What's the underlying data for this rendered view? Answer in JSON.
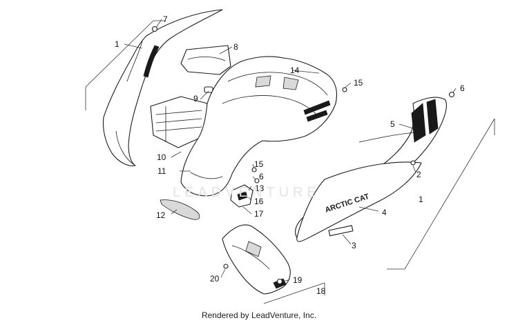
{
  "diagram": {
    "callouts": [
      {
        "id": "c1a",
        "label": "1"
      },
      {
        "id": "c1b",
        "label": "1"
      },
      {
        "id": "c2",
        "label": "2"
      },
      {
        "id": "c3",
        "label": "3"
      },
      {
        "id": "c4",
        "label": "4"
      },
      {
        "id": "c5",
        "label": "5"
      },
      {
        "id": "c6a",
        "label": "6"
      },
      {
        "id": "c6b",
        "label": "6"
      },
      {
        "id": "c7",
        "label": "7"
      },
      {
        "id": "c8",
        "label": "8"
      },
      {
        "id": "c9",
        "label": "9"
      },
      {
        "id": "c10",
        "label": "10"
      },
      {
        "id": "c11",
        "label": "11"
      },
      {
        "id": "c12",
        "label": "12"
      },
      {
        "id": "c13",
        "label": "13"
      },
      {
        "id": "c14",
        "label": "14"
      },
      {
        "id": "c15a",
        "label": "15"
      },
      {
        "id": "c15b",
        "label": "15"
      },
      {
        "id": "c16",
        "label": "16"
      },
      {
        "id": "c17",
        "label": "17"
      },
      {
        "id": "c18",
        "label": "18"
      },
      {
        "id": "c19",
        "label": "19"
      },
      {
        "id": "c20",
        "label": "20"
      }
    ],
    "decal_brand_text": "ARCTIC CAT",
    "watermark_text": "LEADVENTURE",
    "footer_text": "Rendered by LeadVenture, Inc."
  }
}
